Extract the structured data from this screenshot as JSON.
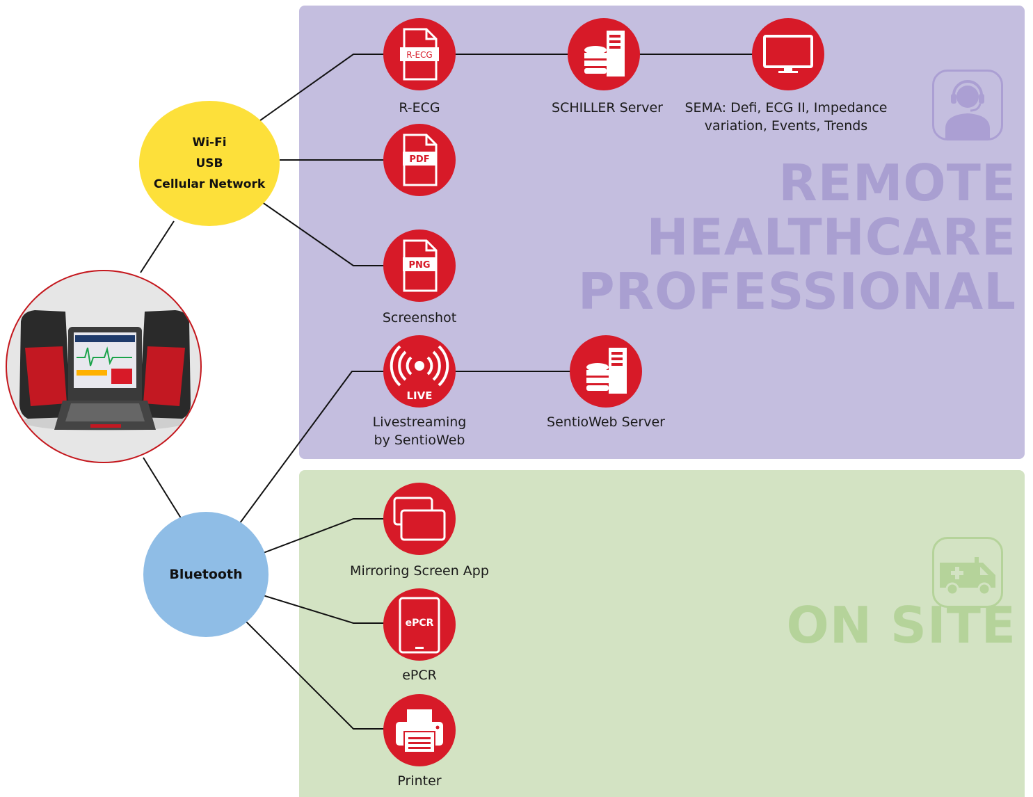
{
  "zones": {
    "remote": {
      "title_line1": "REMOTE",
      "title_line2": "HEALTHCARE",
      "title_line3": "PROFESSIONAL",
      "icon": "support-agent-icon"
    },
    "onsite": {
      "title": "ON SITE",
      "icon": "ambulance-icon"
    }
  },
  "hubs": {
    "wireless": {
      "line1": "Wi-Fi",
      "line2": "USB",
      "line3": "Cellular Network"
    },
    "bluetooth": {
      "label": "Bluetooth"
    }
  },
  "device": {
    "icon": "defibrillator-device-image"
  },
  "nodes": {
    "recg": {
      "badge": "R-ECG",
      "label": "R-ECG",
      "icon": "document-icon"
    },
    "pdf": {
      "badge": "PDF",
      "icon": "document-icon"
    },
    "png": {
      "badge": "PNG",
      "label": "Screenshot",
      "icon": "document-icon"
    },
    "live": {
      "badge": "LIVE",
      "label_line1": "Livestreaming",
      "label_line2": "by SentioWeb",
      "icon": "broadcast-icon"
    },
    "schiller_server": {
      "label": "SCHILLER Server",
      "icon": "server-icon"
    },
    "sema": {
      "label_line1": "SEMA: Defi, ECG II, Impedance",
      "label_line2": "variation, Events, Trends",
      "icon": "monitor-icon"
    },
    "sentioweb_server": {
      "label": "SentioWeb Server",
      "icon": "server-icon"
    },
    "mirroring": {
      "label": "Mirroring Screen App",
      "icon": "mirroring-screens-icon"
    },
    "epcr": {
      "badge": "ePCR",
      "label": "ePCR",
      "icon": "tablet-icon"
    },
    "printer": {
      "label": "Printer",
      "icon": "printer-icon"
    }
  },
  "colors": {
    "remote_panel": "#c4bedf",
    "onsite_panel": "#d3e3c3",
    "remote_text": "#a99fd1",
    "onsite_text": "#b5d39a",
    "node_red": "#d71a28",
    "wireless_hub": "#fde03a",
    "bluetooth_hub": "#8fbde6"
  }
}
